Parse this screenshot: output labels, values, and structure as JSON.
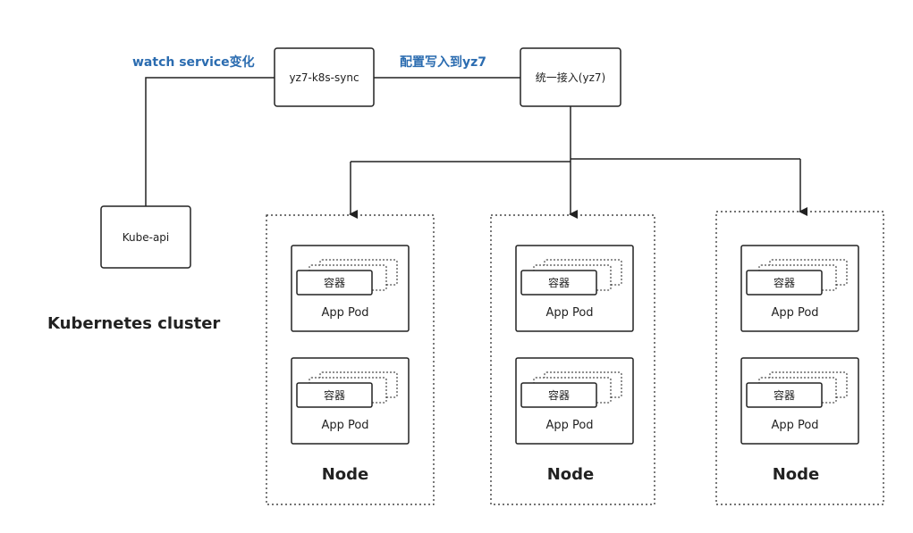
{
  "colors": {
    "edge_label": "#2b6cb0",
    "stroke": "#222222"
  },
  "labels": {
    "watch": "watch service变化",
    "config": "配置写入到yz7",
    "cluster": "Kubernetes cluster"
  },
  "boxes": {
    "sync": "yz7-k8s-sync",
    "gateway": "统一接入(yz7)",
    "kube_api": "Kube-api"
  },
  "nodes": [
    {
      "title": "Node",
      "pods": [
        {
          "container": "容器",
          "label": "App Pod"
        },
        {
          "container": "容器",
          "label": "App Pod"
        }
      ]
    },
    {
      "title": "Node",
      "pods": [
        {
          "container": "容器",
          "label": "App Pod"
        },
        {
          "container": "容器",
          "label": "App Pod"
        }
      ]
    },
    {
      "title": "Node",
      "pods": [
        {
          "container": "容器",
          "label": "App Pod"
        },
        {
          "container": "容器",
          "label": "App Pod"
        }
      ]
    }
  ]
}
